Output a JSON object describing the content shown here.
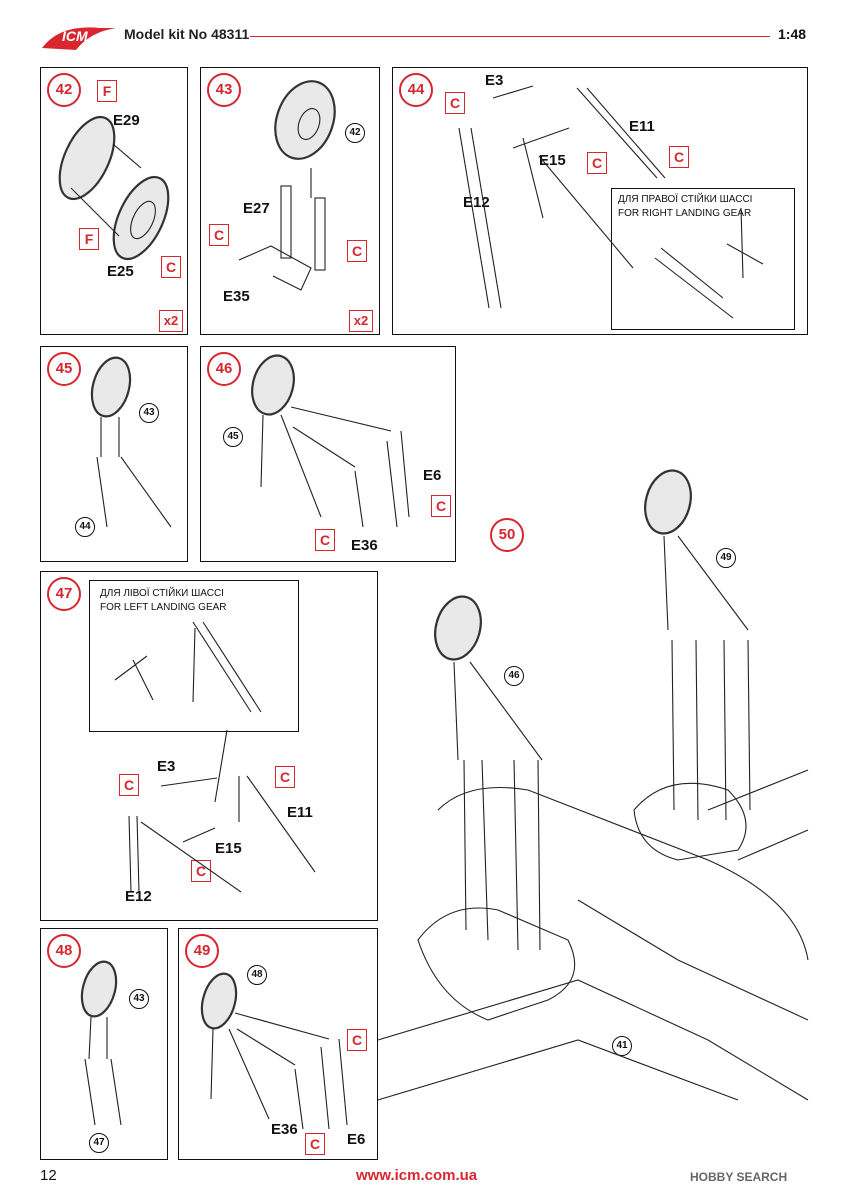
{
  "header": {
    "brand": "ICM",
    "model_kit": "Model kit No 48311",
    "scale": "1:48"
  },
  "steps": {
    "s42": {
      "number": "42",
      "parts": [
        "E29",
        "E25"
      ],
      "codes": [
        "F",
        "F",
        "C"
      ],
      "qty": "x2"
    },
    "s43": {
      "number": "43",
      "parts": [
        "E27",
        "E35"
      ],
      "codes": [
        "C",
        "C"
      ],
      "ref": "42",
      "qty": "x2"
    },
    "s44": {
      "number": "44",
      "parts": [
        "E3",
        "E11",
        "E15",
        "E12"
      ],
      "codes": [
        "C",
        "C",
        "C"
      ],
      "inset_ua": "ДЛЯ ПРАВОЇ СТІЙКИ ШАССІ",
      "inset_en": "FOR RIGHT LANDING GEAR"
    },
    "s45": {
      "number": "45",
      "refs": [
        "43",
        "44"
      ]
    },
    "s46": {
      "number": "46",
      "parts": [
        "E6",
        "E36"
      ],
      "codes": [
        "C",
        "C"
      ],
      "ref": "45"
    },
    "s47": {
      "number": "47",
      "parts": [
        "E3",
        "E11",
        "E15",
        "E12"
      ],
      "codes": [
        "C",
        "C",
        "C"
      ],
      "inset_ua": "ДЛЯ ЛІВОЇ СТІЙКИ ШАССІ",
      "inset_en": "FOR LEFT LANDING GEAR"
    },
    "s48": {
      "number": "48",
      "refs": [
        "43",
        "47"
      ]
    },
    "s49": {
      "number": "49",
      "parts": [
        "E36",
        "E6"
      ],
      "codes": [
        "C",
        "C"
      ],
      "ref": "48"
    },
    "s50": {
      "number": "50",
      "refs": [
        "49",
        "46",
        "41"
      ]
    }
  },
  "footer": {
    "page": "12",
    "url": "www.icm.com.ua",
    "watermark": "HOBBY SEARCH"
  },
  "colors": {
    "accent": "#d8262f",
    "line": "#111111"
  }
}
